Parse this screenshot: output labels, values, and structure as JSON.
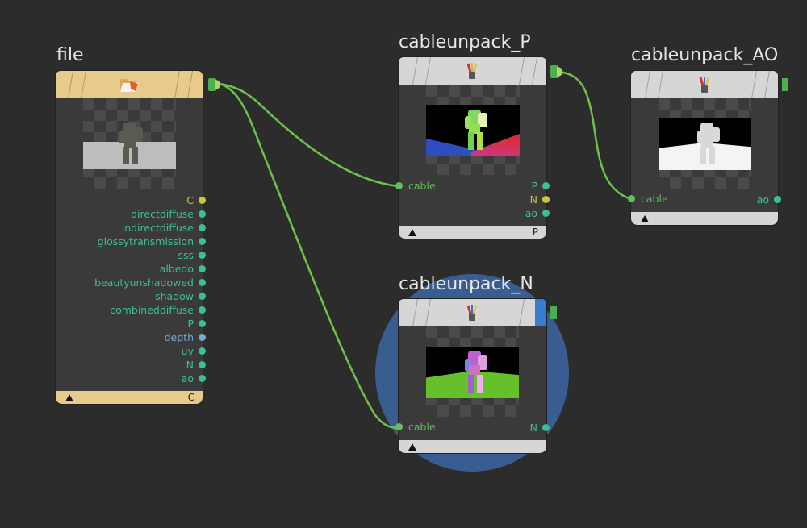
{
  "colors": {
    "background": "#2c2c2c",
    "wire": "#6cc24a",
    "port_teal": "#3cbf96",
    "port_yellow": "#c8c83c",
    "port_blue": "#7aa6d8",
    "file_header": "#e8cb8a",
    "unpack_header": "#d6d6d6",
    "selection": "#3a5d91"
  },
  "nodes": {
    "file": {
      "title": "file",
      "icon": "folder-open-icon",
      "footer_label": "C",
      "outputs": [
        {
          "label": "C",
          "color": "yellow"
        },
        {
          "label": "directdiffuse",
          "color": "teal"
        },
        {
          "label": "indirectdiffuse",
          "color": "teal"
        },
        {
          "label": "glossytransmission",
          "color": "teal"
        },
        {
          "label": "sss",
          "color": "teal"
        },
        {
          "label": "albedo",
          "color": "teal"
        },
        {
          "label": "beautyunshadowed",
          "color": "teal"
        },
        {
          "label": "shadow",
          "color": "teal"
        },
        {
          "label": "combineddiffuse",
          "color": "teal"
        },
        {
          "label": "P",
          "color": "teal"
        },
        {
          "label": "depth",
          "color": "blue"
        },
        {
          "label": "uv",
          "color": "teal"
        },
        {
          "label": "N",
          "color": "teal"
        },
        {
          "label": "ao",
          "color": "teal"
        }
      ]
    },
    "unpack_p": {
      "title": "cableunpack_P",
      "icon": "cable-bundle-icon",
      "input": "cable",
      "footer_label": "P",
      "outputs": [
        {
          "label": "P",
          "color": "teal"
        },
        {
          "label": "N",
          "color": "yellow"
        },
        {
          "label": "ao",
          "color": "teal"
        }
      ]
    },
    "unpack_ao": {
      "title": "cableunpack_AO",
      "icon": "cable-bundle-icon",
      "input": "cable",
      "footer_label": "",
      "outputs": [
        {
          "label": "ao",
          "color": "teal"
        }
      ]
    },
    "unpack_n": {
      "title": "cableunpack_N",
      "icon": "cable-bundle-icon",
      "input": "cable",
      "footer_label": "",
      "selected": true,
      "outputs": [
        {
          "label": "N",
          "color": "teal"
        }
      ]
    }
  },
  "connections": [
    {
      "from": "file",
      "to": "cableunpack_P.cable"
    },
    {
      "from": "file",
      "to": "cableunpack_N.cable"
    },
    {
      "from": "cableunpack_P",
      "to": "cableunpack_AO.cable"
    }
  ]
}
